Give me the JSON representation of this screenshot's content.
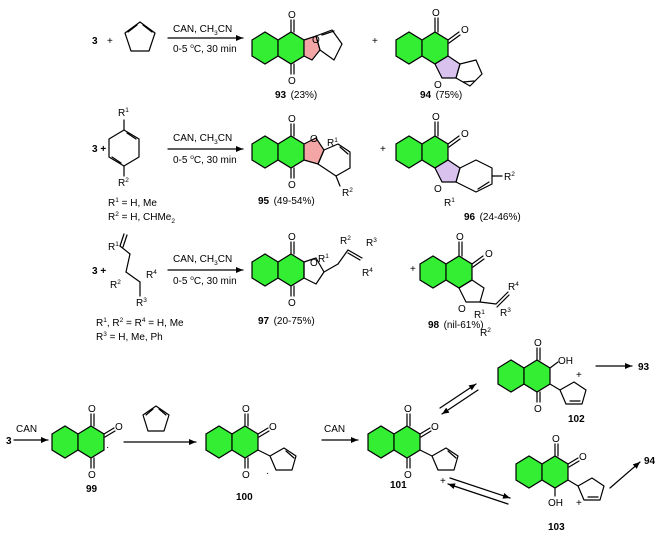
{
  "colors": {
    "benzo_fill": "#33ee33",
    "furan_fill_93": "#f4a6a6",
    "furan_fill_94": "#d9c2ee",
    "quinone_fill": "#33ee33"
  },
  "row1": {
    "reagent": "3",
    "plus": "+",
    "cond1": "CAN, CH",
    "cond1_sub": "3",
    "cond1_end": "CN",
    "cond2": "0-5 ",
    "cond2_sup": "o",
    "cond2_end": "C, 30 min",
    "p1_num": "93",
    "p1_yield": "(23%)",
    "p2_num": "94",
    "p2_yield": "(75%)",
    "plus2": "+"
  },
  "row2": {
    "reagent": "3 +",
    "r1": "R",
    "r1_sup": "1",
    "r2": "R",
    "r2_sup": "2",
    "def1_a": "R",
    "def1_sup": "1",
    "def1_b": " = H, Me",
    "def2_a": "R",
    "def2_sup": "2",
    "def2_b": " = H, CHMe",
    "def2_sub": "2",
    "p1_num": "95",
    "p1_yield": "(49-54%)",
    "p2_num": "96",
    "p2_yield": "(24-46%)",
    "plus2": "+",
    "o_label": "O"
  },
  "row3": {
    "reagent": "3 +",
    "p1_num": "97",
    "p1_yield": "(20-75%)",
    "p2_num": "98",
    "p2_yield": "(nil-61%)",
    "plus2": "+",
    "def1": "R",
    "def1_sup1": "1",
    "def1_mid": ", R",
    "def1_sup2": "2",
    "def1_mid2": " = R",
    "def1_sup3": "4",
    "def1_end": " = H, Me",
    "def2": "R",
    "def2_sup": "3",
    "def2_end": " = H, Me, Ph"
  },
  "row4": {
    "reagent": "3",
    "can1": "CAN",
    "can2": "CAN",
    "i1": "99",
    "i2": "100",
    "i3": "101",
    "i4": "102",
    "i5": "103",
    "to93": "93",
    "to94": "94",
    "oh": "OH",
    "dot": "·",
    "plus_charge": "+"
  },
  "atoms": {
    "O": "O"
  }
}
